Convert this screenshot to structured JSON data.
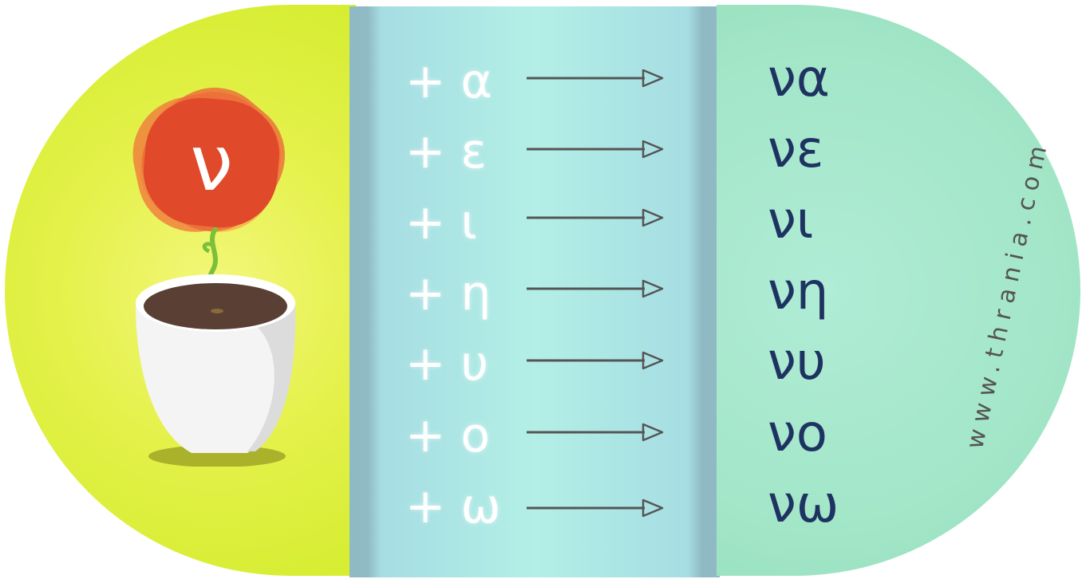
{
  "flower_letter": "ν",
  "rows": [
    {
      "left": "+ α",
      "right": "να"
    },
    {
      "left": "+ ε",
      "right": "νε"
    },
    {
      "left": "+ ι",
      "right": "νι"
    },
    {
      "left": "+ η",
      "right": "νη"
    },
    {
      "left": "+ υ",
      "right": "νυ"
    },
    {
      "left": "+ ο",
      "right": "νο"
    },
    {
      "left": "+ ω",
      "right": "νω"
    }
  ],
  "watermark": "www.thrania.com",
  "colors": {
    "left_panel": "#d9ee33",
    "middle_panel": "#a9e6e6",
    "right_panel": "#a3e6c8",
    "flower": "#e04a2a",
    "syllable_text": "#1e3362",
    "arrow": "#555555"
  },
  "icons": [
    "flower-pot-icon",
    "arrow-icon"
  ]
}
